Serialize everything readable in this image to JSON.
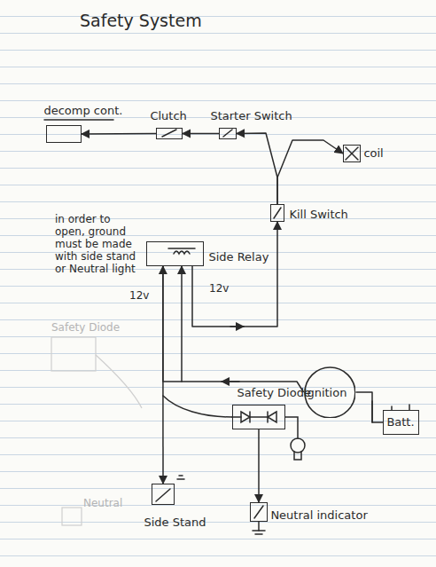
{
  "diagram": {
    "title": "Safety System",
    "nodes": [
      {
        "text": [
          "decomp cont."
        ]
      },
      {
        "text": [
          "Clutch"
        ]
      },
      {
        "text": [
          "Starter Switch"
        ]
      },
      {
        "text": [
          "coil"
        ]
      },
      {
        "text": [
          "Kill Switch"
        ]
      },
      {
        "text": [
          "Side Relay"
        ]
      },
      {
        "text": [
          "Safety Diode"
        ]
      },
      {
        "text": [
          "Ignition"
        ]
      },
      {
        "text": [
          "Batt."
        ]
      },
      {
        "text": [
          "Side Stand"
        ]
      },
      {
        "text": [
          "Neutral indicator"
        ]
      }
    ],
    "edges": [
      {
        "from": 1,
        "to": 0,
        "arrow": "to"
      },
      {
        "from": 2,
        "to": 1,
        "arrow": "to"
      },
      {
        "from": 4,
        "to": 2,
        "arrow": "to"
      },
      {
        "from": 4,
        "to": 3,
        "arrow": "to"
      },
      {
        "from": 5,
        "to": 4,
        "arrow": "to"
      },
      {
        "from": 7,
        "to": 5,
        "arrow": "to"
      },
      {
        "from": 5,
        "to": 9,
        "arrow": "to"
      },
      {
        "from": 6,
        "to": 10,
        "arrow": "to"
      },
      {
        "from": 8,
        "to": 7,
        "arrow": "none"
      }
    ],
    "labels": [
      "in order to open, ground must be made with side stand or Neutral light",
      "12v",
      "12v",
      "Safety Diode",
      "Neutral"
    ]
  }
}
